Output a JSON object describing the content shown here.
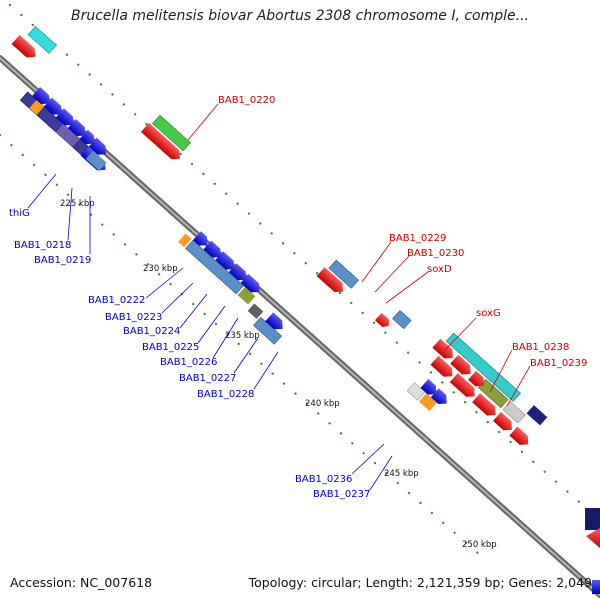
{
  "title": "Brucella melitensis biovar Abortus 2308 chromosome I, comple...",
  "footer": {
    "accession": "Accession: NC_007618",
    "topology": "Topology: circular; Length: 2,121,359 bp; Genes: 2,049"
  },
  "ticks": [
    "225 kbp",
    "230 kbp",
    "235 kbp",
    "240 kbp",
    "245 kbp",
    "250 kbp"
  ],
  "labels": {
    "reverse": [
      "BAB1_0220",
      "BAB1_0229",
      "BAB1_0230",
      "soxD",
      "soxG",
      "BAB1_0238",
      "BAB1_0239"
    ],
    "forward": [
      "thiG",
      "BAB1_0218",
      "BAB1_0219",
      "BAB1_0222",
      "BAB1_0223",
      "BAB1_0224",
      "BAB1_0225",
      "BAB1_0226",
      "BAB1_0227",
      "BAB1_0228",
      "BAB1_0236",
      "BAB1_0237"
    ]
  },
  "colors": {
    "backbone": "#888888",
    "forward_label": "#0000cc",
    "reverse_label": "#cc0000",
    "cds_forward": "#1a1aee",
    "cds_reverse": "#ee1111",
    "tick_dots": "#2a8a2a"
  }
}
